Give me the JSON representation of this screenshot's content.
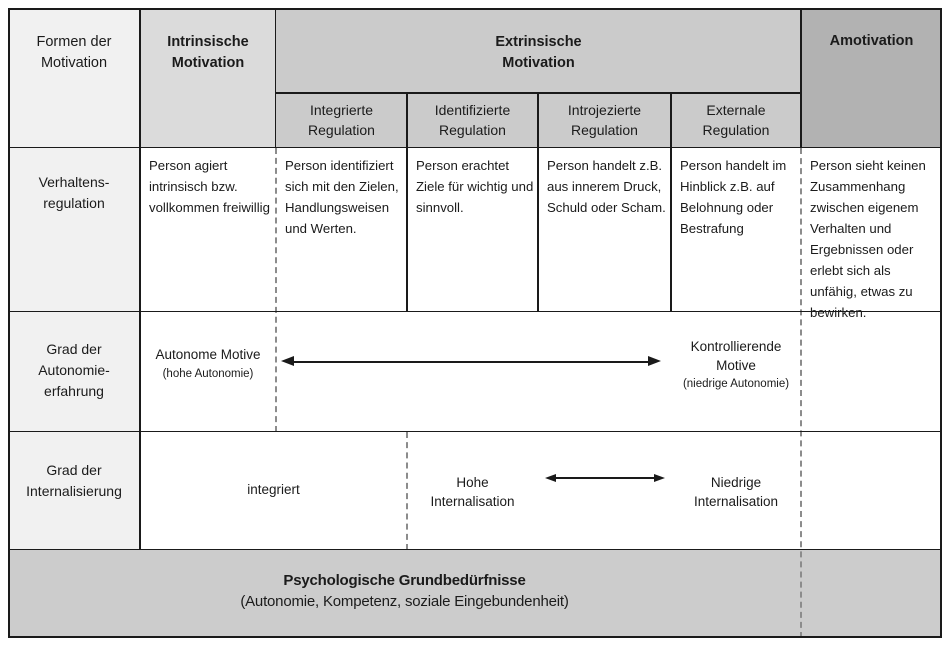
{
  "header": {
    "corner": "Formen der\nMotivation",
    "intrinsic": "Intrinsische\nMotivation",
    "extrinsic": "Extrinsische\nMotivation",
    "amotivation": "Amotivation",
    "sub_columns": [
      "Integrierte\nRegulation",
      "Identifizierte\nRegulation",
      "Introjezierte\nRegulation",
      "Externale\nRegulation"
    ]
  },
  "rows": {
    "verhaltensregulation": {
      "label": "Verhaltens-\nregulation",
      "cells": [
        "Person agiert intrinsisch bzw. vollkommen freiwillig",
        "Person identifiziert sich mit den Zielen, Handlungsweisen und Werten.",
        "Person erachtet Ziele für wichtig und sinnvoll.",
        "Person handelt z.B. aus innerem Druck, Schuld oder Scham.",
        "Person handelt im Hinblick z.B. auf Belohnung oder Bestrafung",
        "Person sieht keinen Zusammenhang zwischen eigenem Verhalten und Ergebnissen oder erlebt sich als unfähig, etwas zu bewirken."
      ]
    },
    "autonomie": {
      "label": "Grad der\nAutonomie-\nerfahrung",
      "autonomous_title": "Autonome Motive",
      "autonomous_note": "(hohe Autonomie)",
      "controlling_title": "Kontrollierende\nMotive",
      "controlling_note": "(niedrige Autonomie)"
    },
    "internalisierung": {
      "label": "Grad der\nInternalisierung",
      "integrated": "integriert",
      "high": "Hohe\nInternalisation",
      "low": "Niedrige\nInternalisation"
    },
    "basic_needs": {
      "title": "Psychologische Grundbedürfnisse",
      "subtitle": "(Autonomie, Kompetenz, soziale Eingebundenheit)"
    }
  },
  "colors": {
    "corner_bg": "#f1f1f1",
    "intrinsic_bg": "#dbdbdb",
    "extrinsic_bg": "#cbcbcb",
    "amotivation_bg": "#b2b2b2",
    "label_bg": "#f1f1f1",
    "needs_bg": "#cccccc",
    "border": "#1a1a1a",
    "dashed": "#8c8c8c",
    "text": "#1b1b1b"
  }
}
